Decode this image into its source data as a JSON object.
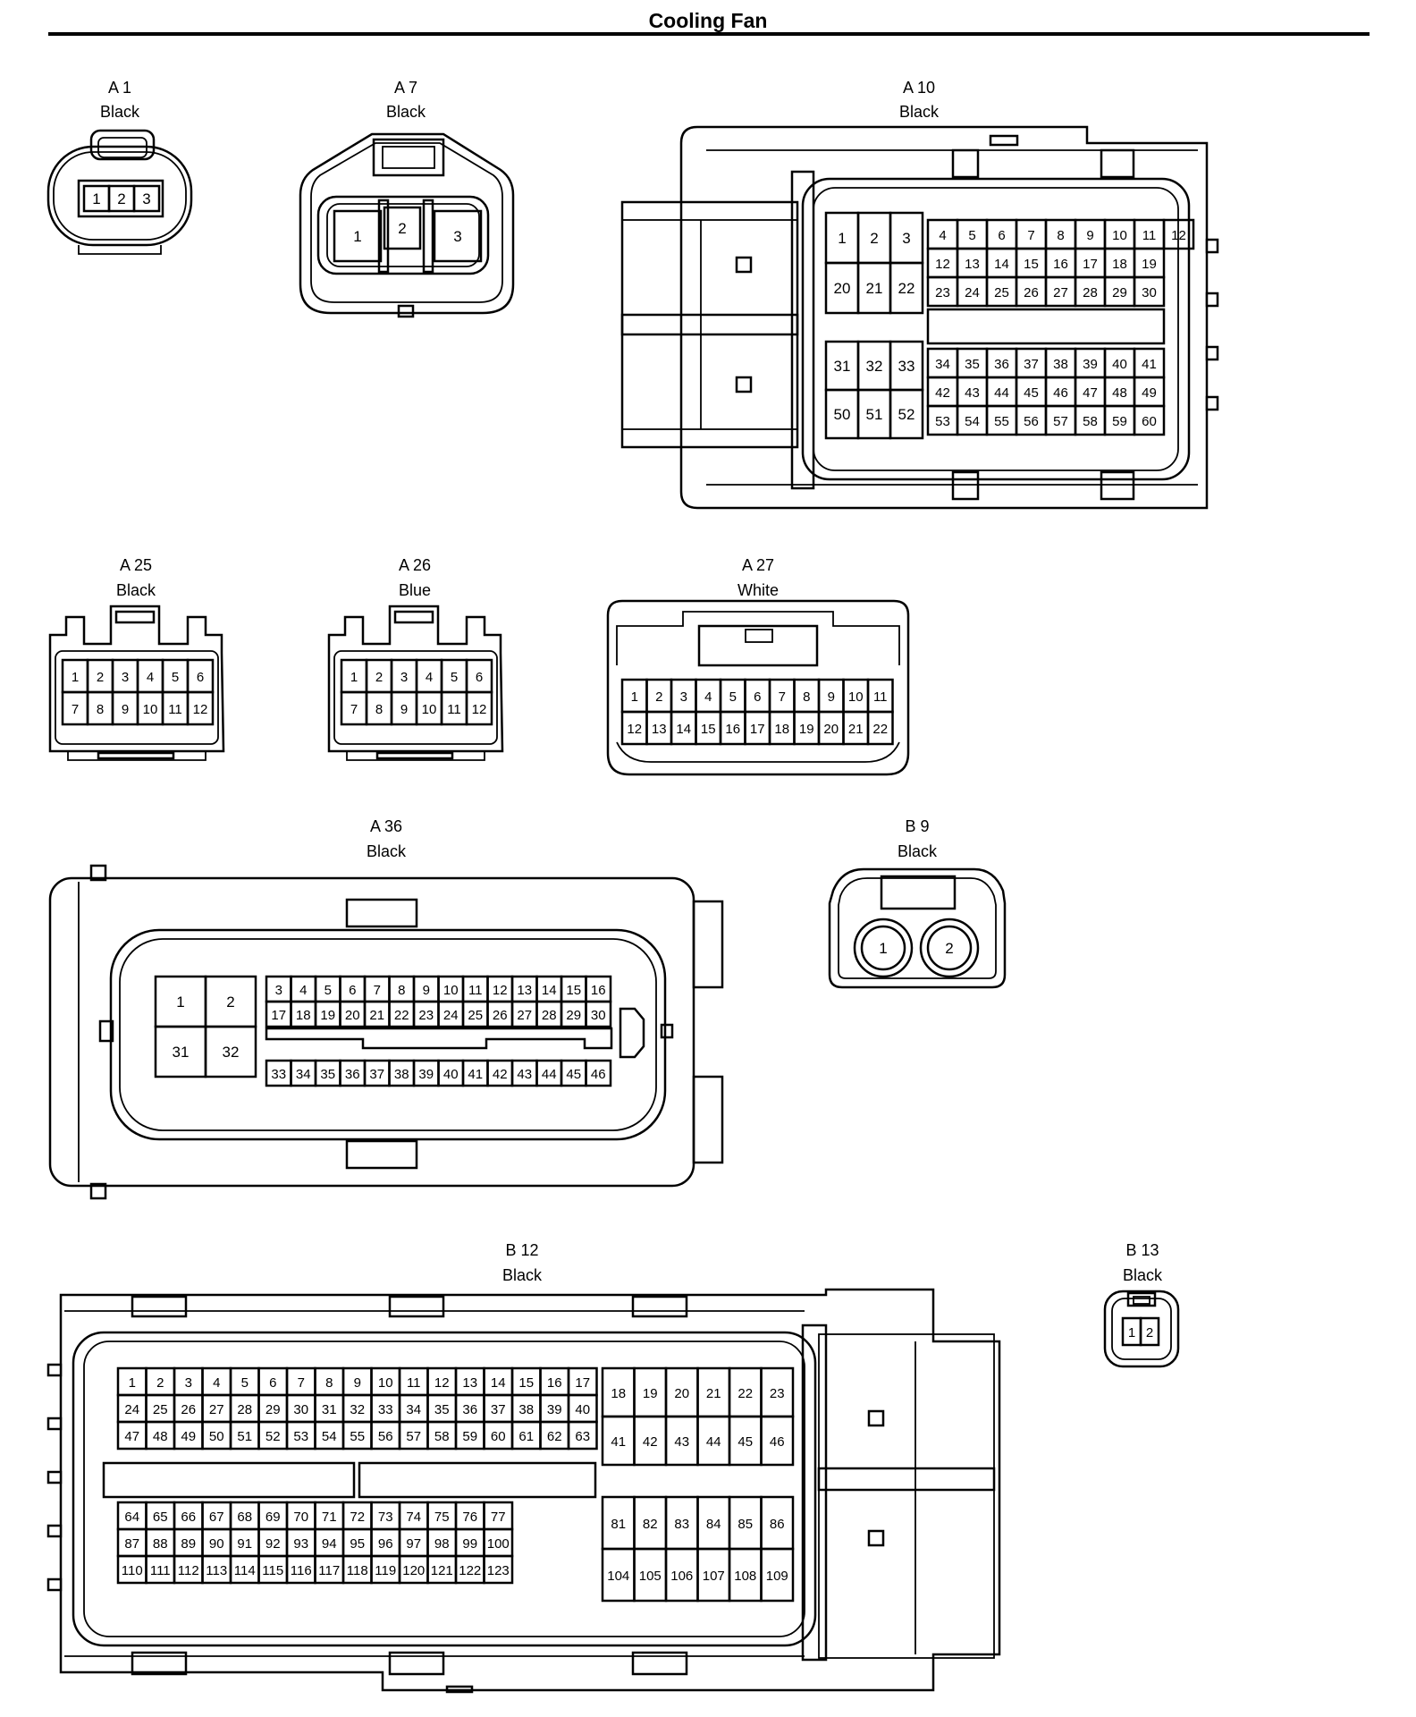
{
  "title": "Cooling Fan",
  "connectors": {
    "a1": {
      "id": "A 1",
      "color": "Black"
    },
    "a7": {
      "id": "A 7",
      "color": "Black"
    },
    "a10": {
      "id": "A 10",
      "color": "Black"
    },
    "a25": {
      "id": "A 25",
      "color": "Black"
    },
    "a26": {
      "id": "A 26",
      "color": "Blue"
    },
    "a27": {
      "id": "A 27",
      "color": "White"
    },
    "a36": {
      "id": "A 36",
      "color": "Black"
    },
    "b9": {
      "id": "B 9",
      "color": "Black"
    },
    "b12": {
      "id": "B 12",
      "color": "Black"
    },
    "b13": {
      "id": "B 13",
      "color": "Black"
    }
  }
}
